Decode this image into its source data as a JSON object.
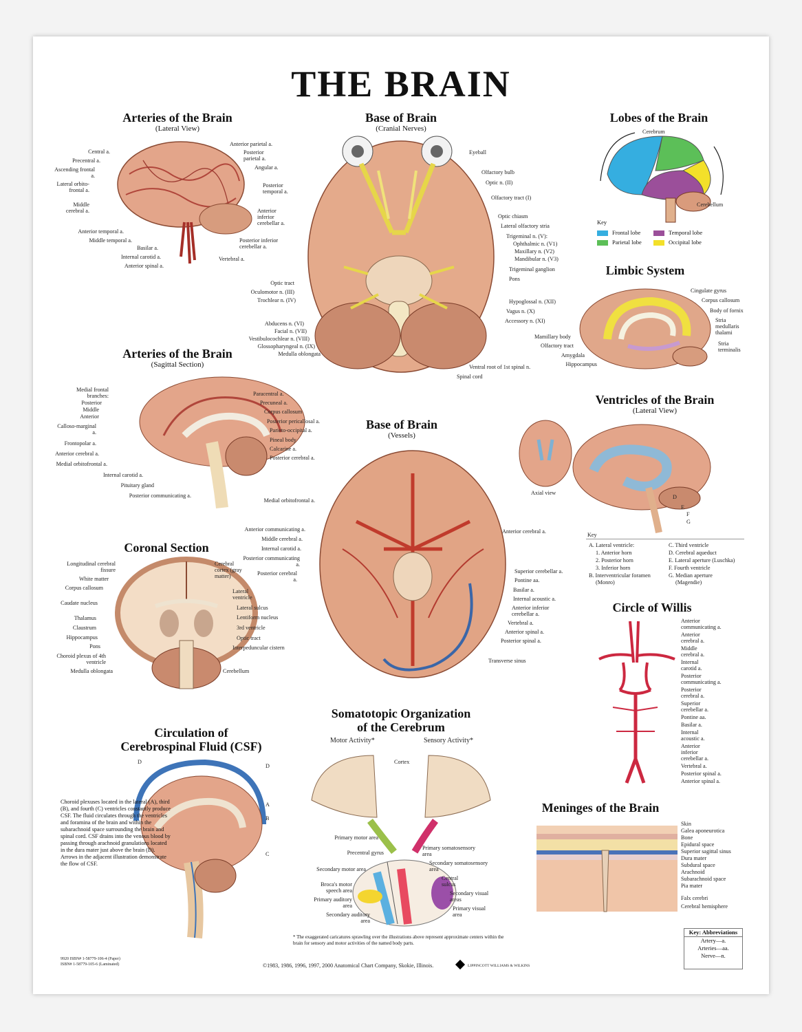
{
  "title": "THE BRAIN",
  "sections": {
    "arteries_lateral": {
      "heading": "Arteries of the Brain",
      "sub": "(Lateral View)"
    },
    "base_nerves": {
      "heading": "Base of Brain",
      "sub": "(Cranial Nerves)"
    },
    "lobes": {
      "heading": "Lobes of the Brain"
    },
    "limbic": {
      "heading": "Limbic System"
    },
    "arteries_sagittal": {
      "heading": "Arteries of the Brain",
      "sub": "(Sagittal Section)"
    },
    "ventricles": {
      "heading": "Ventricles of the Brain",
      "sub": "(Lateral View)"
    },
    "base_vessels": {
      "heading": "Base of Brain",
      "sub": "(Vessels)"
    },
    "coronal": {
      "heading": "Coronal Section"
    },
    "willis": {
      "heading": "Circle of Willis"
    },
    "csf": {
      "heading_1": "Circulation of",
      "heading_2": "Cerebrospinal Fluid (CSF)"
    },
    "somato": {
      "heading_1": "Somatotopic Organization",
      "heading_2": "of the Cerebrum",
      "motor": "Motor Activity*",
      "sensory": "Sensory Activity*"
    },
    "meninges": {
      "heading": "Meninges of the Brain"
    }
  },
  "labels": {
    "arteries_lateral_left": [
      "Central a.",
      "Precentral a.",
      "Ascending frontal a.",
      "Lateral orbito-frontal a.",
      "Middle cerebral a.",
      "Anterior temporal a.",
      "Middle temporal a.",
      "Basilar a.",
      "Internal carotid a.",
      "Anterior spinal a."
    ],
    "arteries_lateral_right": [
      "Anterior parietal a.",
      "Posterior parietal a.",
      "Angular a.",
      "Posterior temporal a.",
      "Anterior inferior cerebellar a.",
      "Posterior inferior cerebellar a.",
      "Vertebral a."
    ],
    "base_nerves_right": [
      "Eyeball",
      "Olfactory bulb",
      "Optic n. (II)",
      "Olfactory tract (I)",
      "Optic chiasm",
      "Lateral olfactory stria",
      "Trigeminal n. (V):",
      "Ophthalmic n. (V1)",
      "Maxillary n. (V2)",
      "Mandibular n. (V3)",
      "Trigeminal ganglion",
      "Pons",
      "Hypoglossal n. (XII)",
      "Vagus n. (X)",
      "Accessory n. (XI)",
      "Ventral root of 1st spinal n.",
      "Spinal cord"
    ],
    "base_nerves_left": [
      "Optic tract",
      "Oculomotor n. (III)",
      "Trochlear n. (IV)",
      "Abducens n. (VI)",
      "Facial n. (VII)",
      "Vestibulocochlear n. (VIII)",
      "Glossopharyngeal n. (IX)",
      "Medulla oblongata"
    ],
    "lobes": [
      "Cerebrum",
      "Cerebellum"
    ],
    "lobes_key_title": "Key",
    "lobes_key": [
      {
        "name": "Frontal lobe",
        "color": "#35aee0"
      },
      {
        "name": "Temporal lobe",
        "color": "#9b4f9a"
      },
      {
        "name": "Parietal lobe",
        "color": "#5cbf58"
      },
      {
        "name": "Occipital lobe",
        "color": "#f3e02a"
      }
    ],
    "limbic_right": [
      "Cingulate gyrus",
      "Corpus callosum",
      "Body of fornix",
      "Stria medullaris thalami",
      "Stria terminalis"
    ],
    "limbic_left": [
      "Mamillary body",
      "Olfactory tract",
      "Amygdala",
      "Hippocampus"
    ],
    "sagittal_left": [
      "Medial frontal branches:",
      "Posterior",
      "Middle",
      "Anterior",
      "Calloso-marginal a.",
      "Frontopolar a.",
      "Anterior cerebral a.",
      "Medial orbitofrontal a.",
      "Internal carotid a.",
      "Pituitary gland",
      "Posterior communicating a."
    ],
    "sagittal_right": [
      "Paracentral a.",
      "Precuneal a.",
      "Corpus callosum",
      "Posterior pericallosal a.",
      "Parieto-occipital a.",
      "Pineal body",
      "Calcarine a.",
      "Posterior cerebral a."
    ],
    "ventricles_axial": "Axial view",
    "ventricles_letters": [
      "D",
      "E",
      "F",
      "G"
    ],
    "ventricles_key_title": "Key",
    "ventricles_key_left": [
      "A. Lateral ventricle:",
      "1. Anterior horn",
      "2. Posterior horn",
      "3. Inferior horn",
      "B. Interventricular foramen",
      "(Monro)"
    ],
    "ventricles_key_right": [
      "C. Third ventricle",
      "D. Cerebral aqueduct",
      "E. Lateral aperture (Luschka)",
      "F. Fourth ventricle",
      "G. Median aperture",
      "(Magendie)"
    ],
    "vessels_left": [
      "Medial orbitofrontal a.",
      "Anterior communicating a.",
      "Middle cerebral a.",
      "Internal carotid a.",
      "Posterior communicating a.",
      "Posterior cerebral a."
    ],
    "vessels_right": [
      "Anterior cerebral a.",
      "Superior cerebellar a.",
      "Pontine aa.",
      "Basilar a.",
      "Internal acoustic a.",
      "Anterior inferior cerebellar a.",
      "Vertebral a.",
      "Anterior spinal a.",
      "Posterior spinal a.",
      "Transverse sinus"
    ],
    "coronal_left": [
      "Longitudinal cerebral fissure",
      "White matter",
      "Corpus callosum",
      "Caudate nucleus",
      "Thalamus",
      "Claustrum",
      "Hippocampus",
      "Pons",
      "Choroid plexus of 4th ventricle",
      "Medulla oblongata"
    ],
    "coronal_right": [
      "Cerebral cortex (gray matter)",
      "Lateral ventricle",
      "Lateral sulcus",
      "Lentiform nucleus",
      "3rd ventricle",
      "Optic tract",
      "Interpeduncular cistern",
      "Cerebellum"
    ],
    "willis": [
      "Anterior communicating a.",
      "Anterior cerebral a.",
      "Middle cerebral a.",
      "Internal carotid a.",
      "Posterior communicating a.",
      "Posterior cerebral a.",
      "Superior cerebellar a.",
      "Pontine aa.",
      "Basilar a.",
      "Internal acoustic a.",
      "Anterior inferior cerebellar a.",
      "Vertebral a.",
      "Posterior spinal a.",
      "Anterior spinal a."
    ],
    "csf_letters": [
      "D",
      "D",
      "A",
      "B",
      "C"
    ],
    "csf_text": "Choroid plexuses located in the lateral (A), third (B), and fourth (C) ventricles constantly produce CSF. The fluid circulates through the ventricles and foramina of the brain and within the subarachnoid space surrounding the brain and spinal cord. CSF drains into the venous blood by passing through arachnoid granulations located in the dura mater just above the brain (D). Arrows in the adjacent illustration demonstrate the flow of CSF.",
    "somato_cortex": "Cortex",
    "somato_left": [
      "Primary motor area",
      "Precentral gyrus",
      "Secondary motor area",
      "Broca's motor speech area",
      "Primary auditory area",
      "Secondary auditory area"
    ],
    "somato_right": [
      "Primary somatosensory area",
      "Secondary somatosensory area",
      "Central sulcus",
      "Secondary visual areas",
      "Primary visual area"
    ],
    "meninges": [
      "Skin",
      "Galea aponeurotica",
      "Bone",
      "Epidural space",
      "Superior sagittal sinus",
      "Dura mater",
      "Subdural space",
      "Arachnoid",
      "Subarachnoid space",
      "Pia mater",
      "Falx cerebri",
      "Cerebral hemisphere"
    ]
  },
  "footnote": "* The exaggerated caricatures sprawling over the illustrations above represent approximate centers within the brain for sensory and motor activities of the named body parts.",
  "isbn": [
    "9920 ISBN# 1-58779-106-4 (Paper)",
    "ISBN# 1-58779-105-6 (Laminated)"
  ],
  "copyright": "©1983, 1986, 1996, 1997, 2000 Anatomical Chart Company, Skokie, Illinois.",
  "publisher": "LIPPINCOTT WILLIAMS & WILKINS",
  "abbreviations": {
    "title": "Key: Abbreviations",
    "items": [
      "Artery—a.",
      "Arteries—aa.",
      "Nerve—n."
    ]
  }
}
